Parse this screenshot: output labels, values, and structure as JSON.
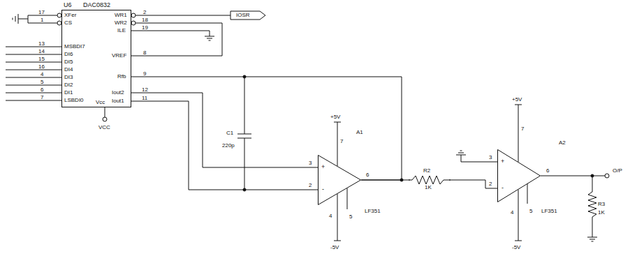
{
  "diagram": {
    "nodes": [
      {
        "text": [
          "U6",
          "DAC0832"
        ]
      },
      {
        "text": [
          "+",
          "-"
        ]
      },
      {
        "text": [
          "+",
          "-"
        ]
      }
    ],
    "edges": [
      {
        "from": 0,
        "to": 1,
        "arrow": "none"
      },
      {
        "from": 0,
        "to": 1,
        "arrow": "none"
      },
      {
        "from": 1,
        "to": 0,
        "arrow": "none"
      },
      {
        "from": 1,
        "to": 2,
        "arrow": "none"
      }
    ],
    "labels": [
      "17",
      "XFer",
      "1",
      "CS",
      "13",
      "MSBDI7",
      "14",
      "DI6",
      "15",
      "DI5",
      "16",
      "DI4",
      "4",
      "DI3",
      "5",
      "DI2",
      "6",
      "DI1",
      "7",
      "LSBDI0",
      "WR1",
      "2",
      "WR2",
      "18",
      "ILE",
      "19",
      "VREF",
      "8",
      "Rfb",
      "9",
      "Iout2",
      "12",
      "Iout1",
      "11",
      "Vcc",
      "VCC",
      "IOSR",
      "C1",
      "220p",
      "+5V",
      "7",
      "3",
      "2",
      "6",
      "A1",
      "LF351",
      "4",
      "5",
      "-5V",
      "R2",
      "1K",
      "+5V",
      "7",
      "3",
      "2",
      "6",
      "A2",
      "LF351",
      "4",
      "5",
      "-5V",
      "R3",
      "1K",
      "O/P"
    ]
  }
}
